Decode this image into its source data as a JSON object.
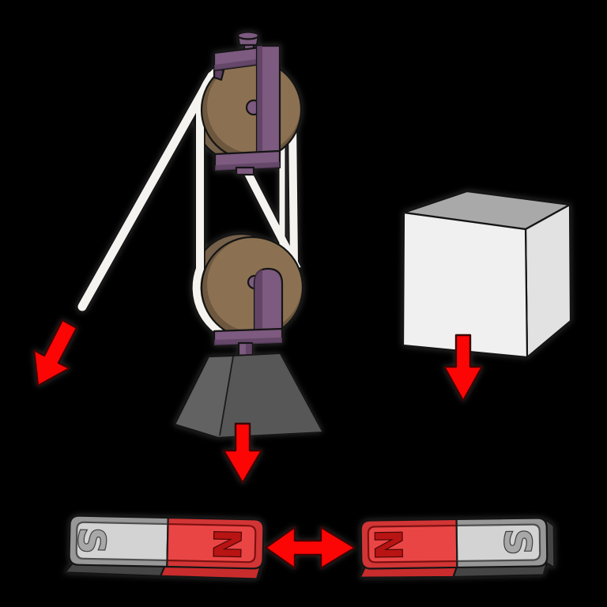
{
  "magnets": {
    "left": {
      "poles": [
        {
          "label": "S"
        },
        {
          "label": "N"
        }
      ]
    },
    "right": {
      "poles": [
        {
          "label": "N"
        },
        {
          "label": "S"
        }
      ]
    }
  },
  "icons": {
    "weight_force_arrow": "down-arrow",
    "cube_force_arrow": "down-arrow",
    "rope_pull_arrow": "diagonal-down-left-arrow",
    "repulsion_arrow": "double-headed-horizontal-arrow"
  },
  "colors": {
    "bg": "#000000",
    "arrow": "#fb0505",
    "arrow-outline": "#3a0505",
    "frame": "#7d5a7f",
    "frame-dark": "#5e4163",
    "wheel": "#8b7152",
    "wheel-dark": "#75604a",
    "wheel-shade": "#6d573e",
    "rope": "#f5f3ef",
    "rope-outline": "#151515",
    "weight": "#626262",
    "weight-dark": "#575757",
    "cube-front": "#f0f0f0",
    "cube-top": "#a9a9a9",
    "cube-right": "#e2e2e2",
    "magnet-gray": "#989898",
    "magnet-gray-inner": "#d3d3d3",
    "magnet-gray-depth": "#454545",
    "magnet-red": "#d23535",
    "magnet-red-inner": "#ea4545",
    "magnet-red-depth": "#c92c2c",
    "inset-gray": "#4f4f4f",
    "inset-red": "#7e1111",
    "letter-s": "#a8a8a8",
    "letter-s-outline": "#404040",
    "letter-n": "#b81414",
    "letter-n-outline": "#4e0606",
    "outline": "#141414"
  }
}
